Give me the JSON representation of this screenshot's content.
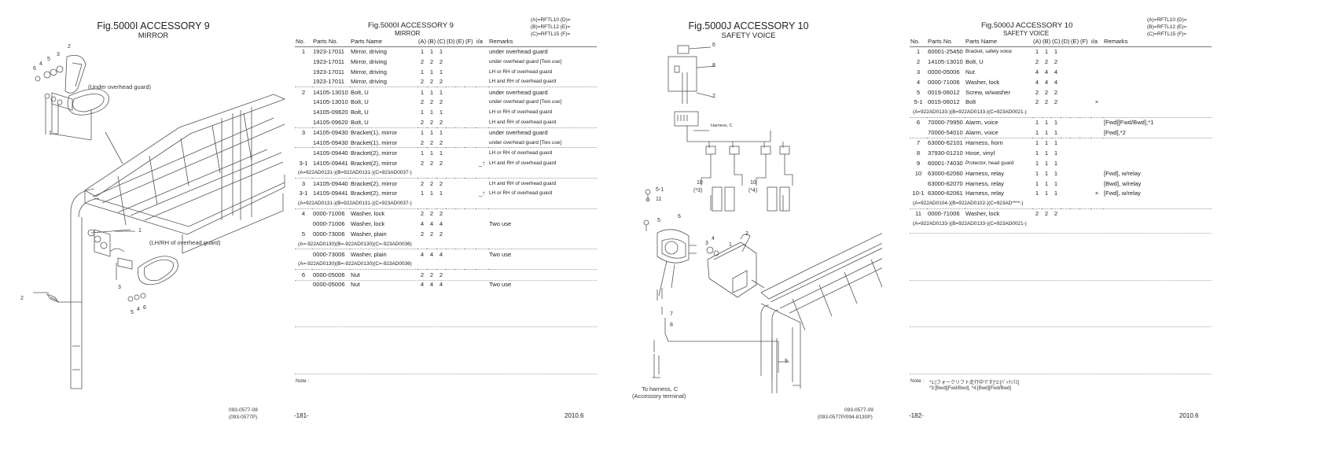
{
  "page1": {
    "fig_title": "Fig.5000I  ACCESSORY 9",
    "fig_subtitle": "MIRROR",
    "callouts": {
      "under": "(Under overhead guard)",
      "lhrh": "(LH/RH of overhead guard)",
      "n1a": "1",
      "n2a": "2",
      "n3a": "3",
      "n4a": "4",
      "n5a": "5",
      "n6a": "6",
      "n1b": "1",
      "n2b": "2",
      "n3b": "3",
      "n4b": "4",
      "n5b": "5",
      "n6b": "6"
    },
    "doc_no": "093-0577-08",
    "doc_no2": "(093-0577P)"
  },
  "page2": {
    "fig_title": "Fig.5000I  ACCESSORY 9",
    "fig_subtitle": "MIRROR",
    "config": [
      "(A)=RFTL10  (D)=",
      "(B)=RFTL12  (E)=",
      "(C)=RFTL15  (F)="
    ],
    "headers": [
      "No.",
      "Parts No.",
      "Parts Name",
      "(A)",
      "(B)",
      "(C)",
      "(D)",
      "(E)",
      "(F)",
      "i/a",
      "Remarks"
    ],
    "rows": [
      {
        "no": "1",
        "pn": "1923-17011",
        "name": "Mirror, driving",
        "a": "1",
        "b": "1",
        "c": "1",
        "ia": "",
        "rm": "under overhead guard",
        "sep": false
      },
      {
        "no": "",
        "pn": "1923-17011",
        "name": "Mirror, driving",
        "a": "2",
        "b": "2",
        "c": "2",
        "ia": "",
        "rm": "under overhead guard [Two use]",
        "sep": false,
        "small": true
      },
      {
        "no": "",
        "pn": "1923-17011",
        "name": "Mirror, driving",
        "a": "1",
        "b": "1",
        "c": "1",
        "ia": "",
        "rm": "LH or RH of overhead guard",
        "sep": false,
        "small": true
      },
      {
        "no": "",
        "pn": "1923-17011",
        "name": "Mirror, driving",
        "a": "2",
        "b": "2",
        "c": "2",
        "ia": "",
        "rm": "LH and RH of overhead guard",
        "sep": false,
        "small": true
      },
      {
        "no": "2",
        "pn": "14105-13010",
        "name": "Bolt, U",
        "a": "1",
        "b": "1",
        "c": "1",
        "ia": "",
        "rm": "under overhead guard",
        "sep": true
      },
      {
        "no": "",
        "pn": "14105-13010",
        "name": "Bolt, U",
        "a": "2",
        "b": "2",
        "c": "2",
        "ia": "",
        "rm": "under overhead guard [Two use]",
        "sep": false,
        "small": true
      },
      {
        "no": "",
        "pn": "14105-09620",
        "name": "Bolt, U",
        "a": "1",
        "b": "1",
        "c": "1",
        "ia": "",
        "rm": "LH or RH of overhead guard",
        "sep": false,
        "small": true
      },
      {
        "no": "",
        "pn": "14105-09620",
        "name": "Bolt, U",
        "a": "2",
        "b": "2",
        "c": "2",
        "ia": "",
        "rm": "LH and RH of overhead guard",
        "sep": false,
        "small": true
      },
      {
        "no": "3",
        "pn": "14105-09430",
        "name": "Bracket(1), mirror",
        "a": "1",
        "b": "1",
        "c": "1",
        "ia": "",
        "rm": "under overhead guard",
        "sep": true
      },
      {
        "no": "",
        "pn": "14105-09430",
        "name": "Bracket(1), mirror",
        "a": "2",
        "b": "2",
        "c": "2",
        "ia": "",
        "rm": "under overhead guard [Ties use]",
        "sep": false,
        "small": true
      },
      {
        "no": "",
        "pn": "14105-09440",
        "name": "Bracket(2), mirror",
        "a": "1",
        "b": "1",
        "c": "1",
        "ia": "",
        "rm": "LH or RH of overhead guard",
        "sep": true,
        "small": true
      },
      {
        "no": "3-1",
        "pn": "14105-09441",
        "name": "Bracket(2), mirror",
        "a": "2",
        "b": "2",
        "c": "2",
        "ia": "_↑",
        "rm": "LH and RH of overhead guard",
        "sep": false,
        "small": true
      },
      {
        "code": "(A=922AD0131-)(B=922AD0131-)(C=923AD0037-)"
      },
      {
        "no": "3",
        "pn": "14105-09440",
        "name": "Bracket(2), mirror",
        "a": "2",
        "b": "2",
        "c": "2",
        "ia": "",
        "rm": "LH and RH of overhead guard",
        "sep": true,
        "small": true
      },
      {
        "no": "3-1",
        "pn": "14105-09441",
        "name": "Bracket(2), mirror",
        "a": "1",
        "b": "1",
        "c": "1",
        "ia": "_↑",
        "rm": "LH or RH of overhead guard",
        "sep": false,
        "small": true
      },
      {
        "code": "(A=922AD0131-)(B=922AD0131-)(C=923AD0037-)"
      },
      {
        "no": "4",
        "pn": "0000-71006",
        "name": "Washer, lock",
        "a": "2",
        "b": "2",
        "c": "2",
        "ia": "",
        "rm": "",
        "sep": true
      },
      {
        "no": "",
        "pn": "0000-71006",
        "name": "Washer, lock",
        "a": "4",
        "b": "4",
        "c": "4",
        "ia": "",
        "rm": "Two use",
        "sep": false
      },
      {
        "no": "5",
        "pn": "0000-73006",
        "name": "Washer, plain",
        "a": "2",
        "b": "2",
        "c": "2",
        "ia": "",
        "rm": "",
        "sep": false
      },
      {
        "code": "(A=-922AD0130)(B=-922AD0130)(C=-923AD0036)"
      },
      {
        "no": "",
        "pn": "0000-73006",
        "name": "Washer, plain",
        "a": "4",
        "b": "4",
        "c": "4",
        "ia": "",
        "rm": "Two use",
        "sep": true
      },
      {
        "code": "(A=-922AD0130)(B=-922AD0130)(C=-923AD0036)"
      },
      {
        "no": "6",
        "pn": "0000-05006",
        "name": "Nut",
        "a": "2",
        "b": "2",
        "c": "2",
        "ia": "",
        "rm": "",
        "sep": true
      },
      {
        "no": "",
        "pn": "0000-05006",
        "name": "Nut",
        "a": "4",
        "b": "4",
        "c": "4",
        "ia": "",
        "rm": "Two use",
        "sep": false
      }
    ],
    "note_label": "Note :",
    "page_no": "-181-",
    "date": "2010.6"
  },
  "page3": {
    "fig_title": "Fig.5000J  ACCESSORY 10",
    "fig_subtitle": "SAFETY VOICE",
    "callouts": {
      "n6a": "6",
      "n8a": "8",
      "n7a": "7",
      "harness": "Harness, C",
      "n10a": "10",
      "n3p": "(*3)",
      "n10b": "10",
      "n4p": "(*4)",
      "n51": "5-1",
      "n11": "11",
      "n5": "5",
      "n6b": "6",
      "n3": "3",
      "n4": "4",
      "n1": "1",
      "n2": "2",
      "n7b": "7",
      "n8b": "8",
      "n9": "9"
    },
    "to_harness": "To harness, C",
    "acc_terminal": "(Accessory terminal)",
    "doc_no": "093-0577-09",
    "doc_no2": "(093-0577P/094-8130P)"
  },
  "page4": {
    "fig_title": "Fig.5000J  ACCESSORY 10",
    "fig_subtitle": "SAFETY VOICE",
    "config": [
      "(A)=RFTL10  (D)=",
      "(B)=RFTL12  (E)=",
      "(C)=RFTL15  (F)="
    ],
    "headers": [
      "No.",
      "Parts No.",
      "Parts Name",
      "(A)",
      "(B)",
      "(C)",
      "(D)",
      "(E)",
      "(F)",
      "i/a",
      "Remarks"
    ],
    "rows": [
      {
        "no": "1",
        "pn": "60001-25450",
        "name": "Bracket, safety voice",
        "a": "1",
        "b": "1",
        "c": "1",
        "ia": "",
        "rm": "",
        "small_name": true
      },
      {
        "no": "2",
        "pn": "14105-13010",
        "name": "Bolt, U",
        "a": "2",
        "b": "2",
        "c": "2",
        "ia": "",
        "rm": ""
      },
      {
        "no": "3",
        "pn": "0000-05006",
        "name": "Nut",
        "a": "4",
        "b": "4",
        "c": "4",
        "ia": "",
        "rm": ""
      },
      {
        "no": "4",
        "pn": "0000-71006",
        "name": "Washer, lock",
        "a": "4",
        "b": "4",
        "c": "4",
        "ia": "",
        "rm": ""
      },
      {
        "no": "5",
        "pn": "0019-06012",
        "name": "Screw, w/washer",
        "a": "2",
        "b": "2",
        "c": "2",
        "ia": "",
        "rm": ""
      },
      {
        "no": "5-1",
        "pn": "0015-06012",
        "name": "Bolt",
        "a": "2",
        "b": "2",
        "c": "2",
        "ia": "×",
        "rm": ""
      },
      {
        "code": "(A=922AD0133-)(B=922AD0133-)(C=923AD0021-)"
      },
      {
        "no": "6",
        "pn": "70000-79950",
        "name": "Alarm, voice",
        "a": "1",
        "b": "1",
        "c": "1",
        "ia": "",
        "rm": "[Fwd][Fwd/Bwd],*1",
        "sep": true
      },
      {
        "no": "",
        "pn": "70000-54010",
        "name": "Alarm, voice",
        "a": "1",
        "b": "1",
        "c": "1",
        "ia": "",
        "rm": "[Fwd],*2"
      },
      {
        "no": "7",
        "pn": "63000-62101",
        "name": "Harness, horn",
        "a": "1",
        "b": "1",
        "c": "1",
        "ia": "",
        "rm": "",
        "sep": true
      },
      {
        "no": "8",
        "pn": "37930-01210",
        "name": "Hose, vinyl",
        "a": "1",
        "b": "1",
        "c": "1",
        "ia": "",
        "rm": ""
      },
      {
        "no": "9",
        "pn": "60001-74030",
        "name": "Protector, head guard",
        "a": "1",
        "b": "1",
        "c": "1",
        "ia": "",
        "rm": "",
        "small_name": true
      },
      {
        "no": "10",
        "pn": "63000-62060",
        "name": "Harness, relay",
        "a": "1",
        "b": "1",
        "c": "1",
        "ia": "",
        "rm": "[Fwd], w/relay"
      },
      {
        "no": "",
        "pn": "63000-62070",
        "name": "Harness, relay",
        "a": "1",
        "b": "1",
        "c": "1",
        "ia": "",
        "rm": "[Bwd], w/relay"
      },
      {
        "no": "10-1",
        "pn": "63000-62061",
        "name": "Harness, relay",
        "a": "1",
        "b": "1",
        "c": "1",
        "ia": "×",
        "rm": "[Fwd], w/relay"
      },
      {
        "code": "(A=922AD0104-)(B=922AD0102-)(C=923AD****-)"
      },
      {
        "no": "11",
        "pn": "0000-71006",
        "name": "Washer, lock",
        "a": "2",
        "b": "2",
        "c": "2",
        "ia": "",
        "rm": "",
        "sep": true
      },
      {
        "code": "(A=922AD0133-)(B=922AD0133-)(C=923AD0021-)"
      }
    ],
    "note_label": "Note :",
    "note1": "*1:[フォークリフト走行中です]*2:[ﾊﾞｯｸｼﾏｽ]",
    "note2": "*3:[Bwd][Fwd/Bwd], *4:[Bwd][Fwd/Bwd]",
    "page_no": "-182-",
    "date": "2010.6"
  }
}
